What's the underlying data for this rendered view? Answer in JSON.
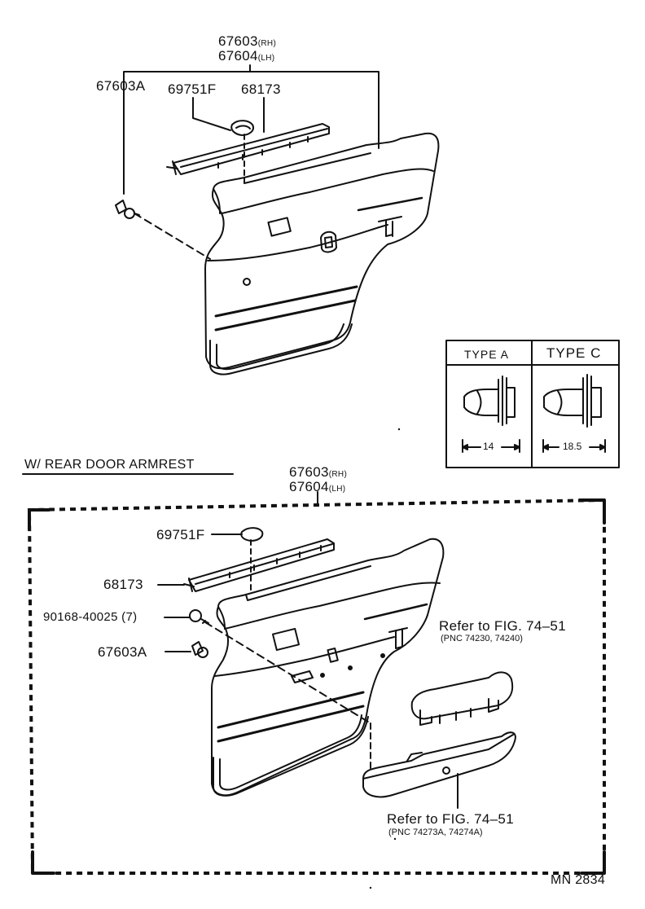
{
  "upper": {
    "pnc_rh": "67603",
    "rh_suffix": "(RH)",
    "pnc_lh": "67604",
    "lh_suffix": "(LH)",
    "clip_label": "67603A",
    "cover_label": "69751F",
    "weatherstrip_label": "68173"
  },
  "clip_types": {
    "type_a": {
      "title": "TYPE  A",
      "dimension": "14"
    },
    "type_c": {
      "title": "TYPE  C",
      "dimension": "18.5"
    }
  },
  "lower": {
    "section_title": "W/ REAR DOOR ARMREST",
    "pnc_rh": "67603",
    "rh_suffix": "(RH)",
    "pnc_lh": "67604",
    "lh_suffix": "(LH)",
    "cover_label": "69751F",
    "weatherstrip_label": "68173",
    "screw_label": "90168-40025 (7)",
    "clip_label": "67603A",
    "ref_upper": {
      "text": "Refer to FIG. 74–51",
      "pnc": "(PNC 74230, 74240)"
    },
    "ref_lower": {
      "text": "Refer to FIG. 74–51",
      "pnc": "(PNC 74273A, 74274A)"
    }
  },
  "footer": {
    "code": "MN  2834"
  }
}
